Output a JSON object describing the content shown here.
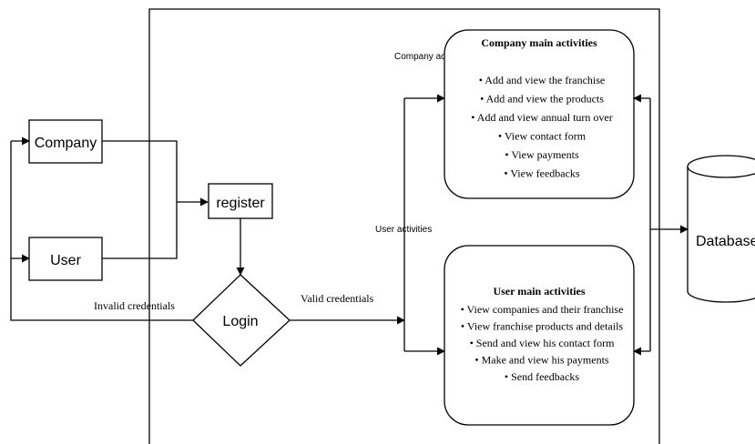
{
  "nodes": {
    "company": "Company",
    "user": "User",
    "register": "register",
    "login": "Login",
    "database": "Database"
  },
  "edge_labels": {
    "invalid": "Invalid credentials",
    "valid": "Valid credentials",
    "company_activities": "Company activities",
    "user_activities": "User activities"
  },
  "company_panel": {
    "title": "Company main activities",
    "items": [
      "Add and view the franchise",
      "Add and view the products",
      "Add and view annual turn over",
      "View contact form",
      "View payments",
      "View feedbacks"
    ]
  },
  "user_panel": {
    "title": "User main activities",
    "items": [
      "View companies and their franchise",
      "View franchise products and details",
      "Send and view his contact form",
      "Make and view his payments",
      "Send feedbacks"
    ]
  },
  "bullet": "•"
}
